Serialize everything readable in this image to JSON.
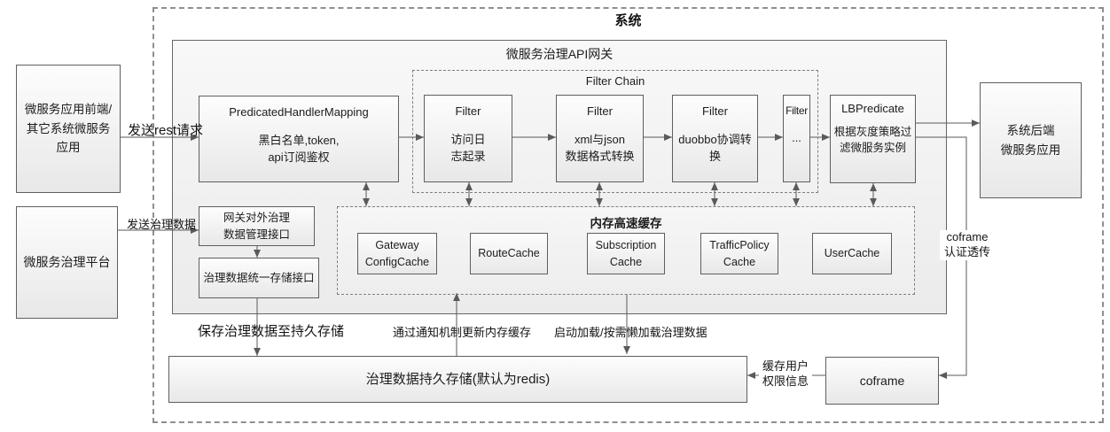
{
  "system_title": "系统",
  "gateway_title": "微服务治理API网关",
  "boxes": {
    "frontend": {
      "lines": [
        "微服务应用前端/",
        "其它系统微服务",
        "应用"
      ]
    },
    "platform": {
      "label": "微服务治理平台"
    },
    "backend": {
      "lines": [
        "系统后端",
        "微服务应用"
      ]
    },
    "phm": {
      "title": "PredicatedHandlerMapping",
      "lines": [
        "黑白名单,token,",
        "api订阅鉴权"
      ]
    },
    "filter_chain_title": "Filter Chain",
    "filters": [
      {
        "title": "Filter",
        "lines": [
          "访问日",
          "志起录"
        ]
      },
      {
        "title": "Filter",
        "lines": [
          "xml与json",
          "数据格式转换"
        ]
      },
      {
        "title": "Filter",
        "lines": [
          "duobbo协调转",
          "换"
        ]
      },
      {
        "title": "Filter",
        "lines": [
          "..."
        ]
      }
    ],
    "lb_predicate": {
      "title": "LBPredicate",
      "lines": [
        "根据灰度策略过",
        "滤微服务实例"
      ]
    },
    "cache_title": "内存高速缓存",
    "caches": [
      {
        "lines": [
          "Gateway",
          "ConfigCache"
        ]
      },
      {
        "lines": [
          "RouteCache"
        ]
      },
      {
        "lines": [
          "Subscription",
          "Cache"
        ]
      },
      {
        "lines": [
          "TrafficPolicy",
          "Cache"
        ]
      },
      {
        "lines": [
          "UserCache"
        ]
      }
    ],
    "mgmt_api": {
      "lines": [
        "网关对外治理",
        "数据管理接口"
      ]
    },
    "store_api": {
      "label": "治理数据统一存储接口"
    },
    "storage": {
      "label": "治理数据持久存储(默认为redis)"
    },
    "coframe": {
      "label": "coframe"
    }
  },
  "edge_labels": {
    "send_rest": "发送rest请求",
    "send_gov": "发送治理数据",
    "save_gov": "保存治理数据至持久存储",
    "notify_update": "通过通知机制更新内存缓存",
    "boot_load": "启动加载/按需懒加载治理数据",
    "coframe_auth": {
      "lines": [
        "coframe",
        "认证透传"
      ]
    },
    "cache_user": {
      "lines": [
        "缓存用户",
        "权限信息"
      ]
    }
  },
  "colors": {
    "box_border": "#5f5f5f",
    "dashed_border": "#8f8f8f",
    "arrow": "#5a5a5a"
  }
}
